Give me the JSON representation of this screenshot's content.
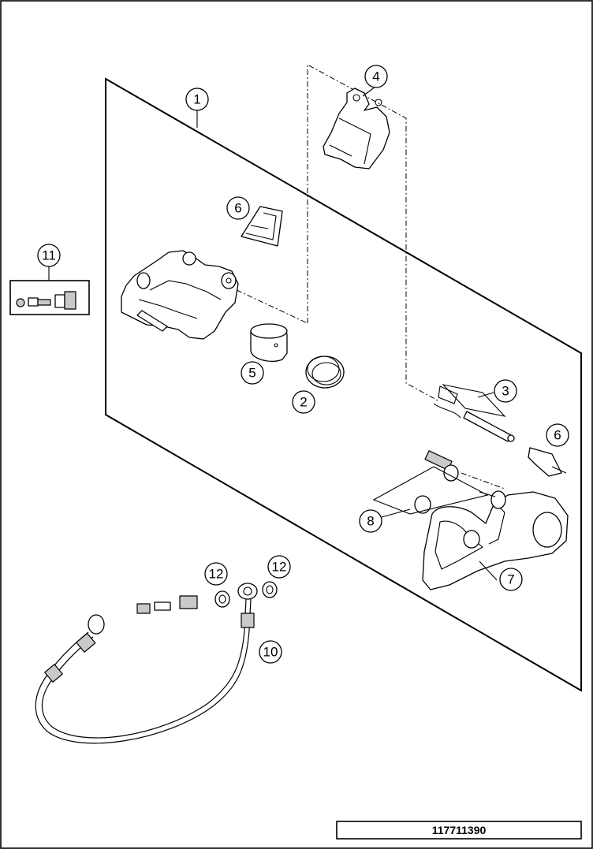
{
  "drawing_number": "117711390",
  "callouts": [
    "1",
    "2",
    "3",
    "4",
    "5",
    "6",
    "6",
    "7",
    "8",
    "10",
    "11",
    "12",
    "12"
  ]
}
